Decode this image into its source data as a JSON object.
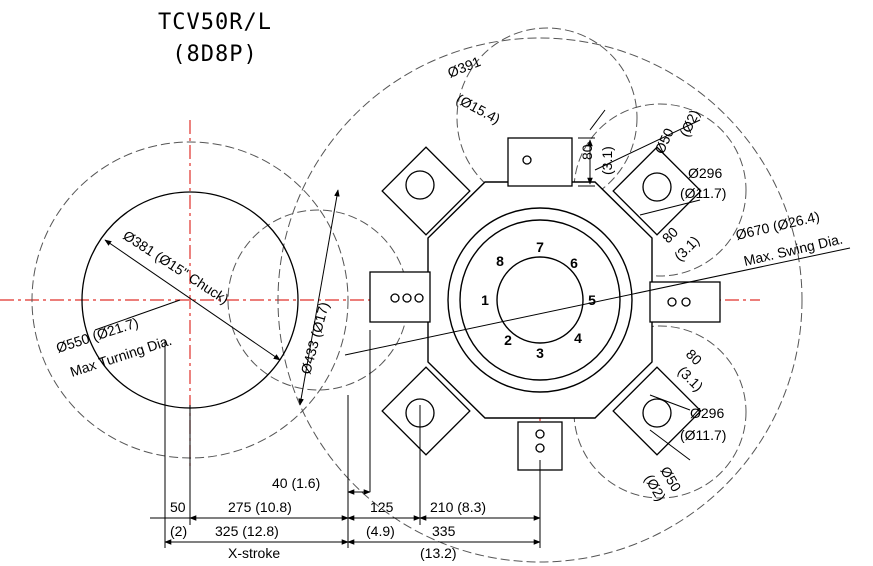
{
  "title": {
    "line1": "TCV50R/L",
    "line2": "(8D8P)"
  },
  "dims": {
    "d391": "Ø391",
    "d391_in": "(Ø15.4)",
    "d80_top": "80",
    "d80_top_in": "(3.1)",
    "d50_top": "Ø50",
    "d50_top_in": "(Ø2)",
    "d296_top": "Ø296",
    "d296_top_in": "(Ø11.7)",
    "d80_right": "80",
    "d80_right_in": "(3.1)",
    "d670": "Ø670 (Ø26.4)",
    "swing": "Max. Swing Dia.",
    "d381": "Ø381 (Ø15\" Chuck)",
    "d550": "Ø550 (Ø21.7)",
    "turning": "Max Turning Dia.",
    "d433": "Ø433 (Ø17)",
    "d80_bot": "80",
    "d80_bot_in": "(3.1)",
    "d296_bot": "Ø296",
    "d296_bot_in": "(Ø11.7)",
    "d50_bot": "Ø50",
    "d50_bot_in": "(Ø2)"
  },
  "stations": [
    "1",
    "2",
    "3",
    "4",
    "5",
    "6",
    "7",
    "8"
  ],
  "bottom_dims": {
    "a40": "40 (1.6)",
    "a50": "50",
    "a50_in": "(2)",
    "a275": "275 (10.8)",
    "a125": "125",
    "a125_in": "(4.9)",
    "a210": "210 (8.3)",
    "a325": "325 (12.8)",
    "a335": "335",
    "a335_in": "(13.2)",
    "xstroke": "X-stroke"
  }
}
